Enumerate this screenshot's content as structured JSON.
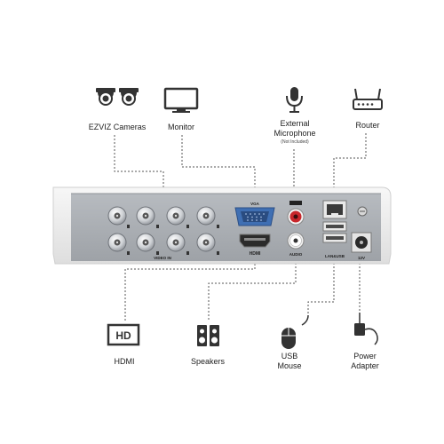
{
  "top_labels": {
    "cameras": "EZVIZ Cameras",
    "monitor": "Monitor",
    "microphone_line1": "External",
    "microphone_line2": "Microphone",
    "microphone_note": "(Not Included)",
    "router": "Router"
  },
  "bottom_labels": {
    "hdmi": "HDMI",
    "speakers": "Speakers",
    "usb_mouse_line1": "USB",
    "usb_mouse_line2": "Mouse",
    "power_line1": "Power",
    "power_line2": "Adapter"
  },
  "panel_labels": {
    "video_in": "VIDEO IN",
    "vga": "VGA",
    "hdmi_port": "HDMI",
    "audio": "AUDIO",
    "lan_usb": "LAN&USB",
    "power_rating": "12V",
    "hd_badge": "HD"
  },
  "icons": {
    "cameras": "dome-camera-icon",
    "monitor": "monitor-icon",
    "microphone": "microphone-icon",
    "router": "router-icon",
    "hdmi": "hd-screen-icon",
    "speakers": "speakers-icon",
    "usb_mouse": "mouse-icon",
    "power": "power-adapter-icon"
  },
  "colors": {
    "device_body": "#ebebeb",
    "back_panel": "#a9adb2",
    "vga_blue": "#3f6fb3",
    "audio_red": "#c8262b",
    "connector_dash": "#555555"
  }
}
